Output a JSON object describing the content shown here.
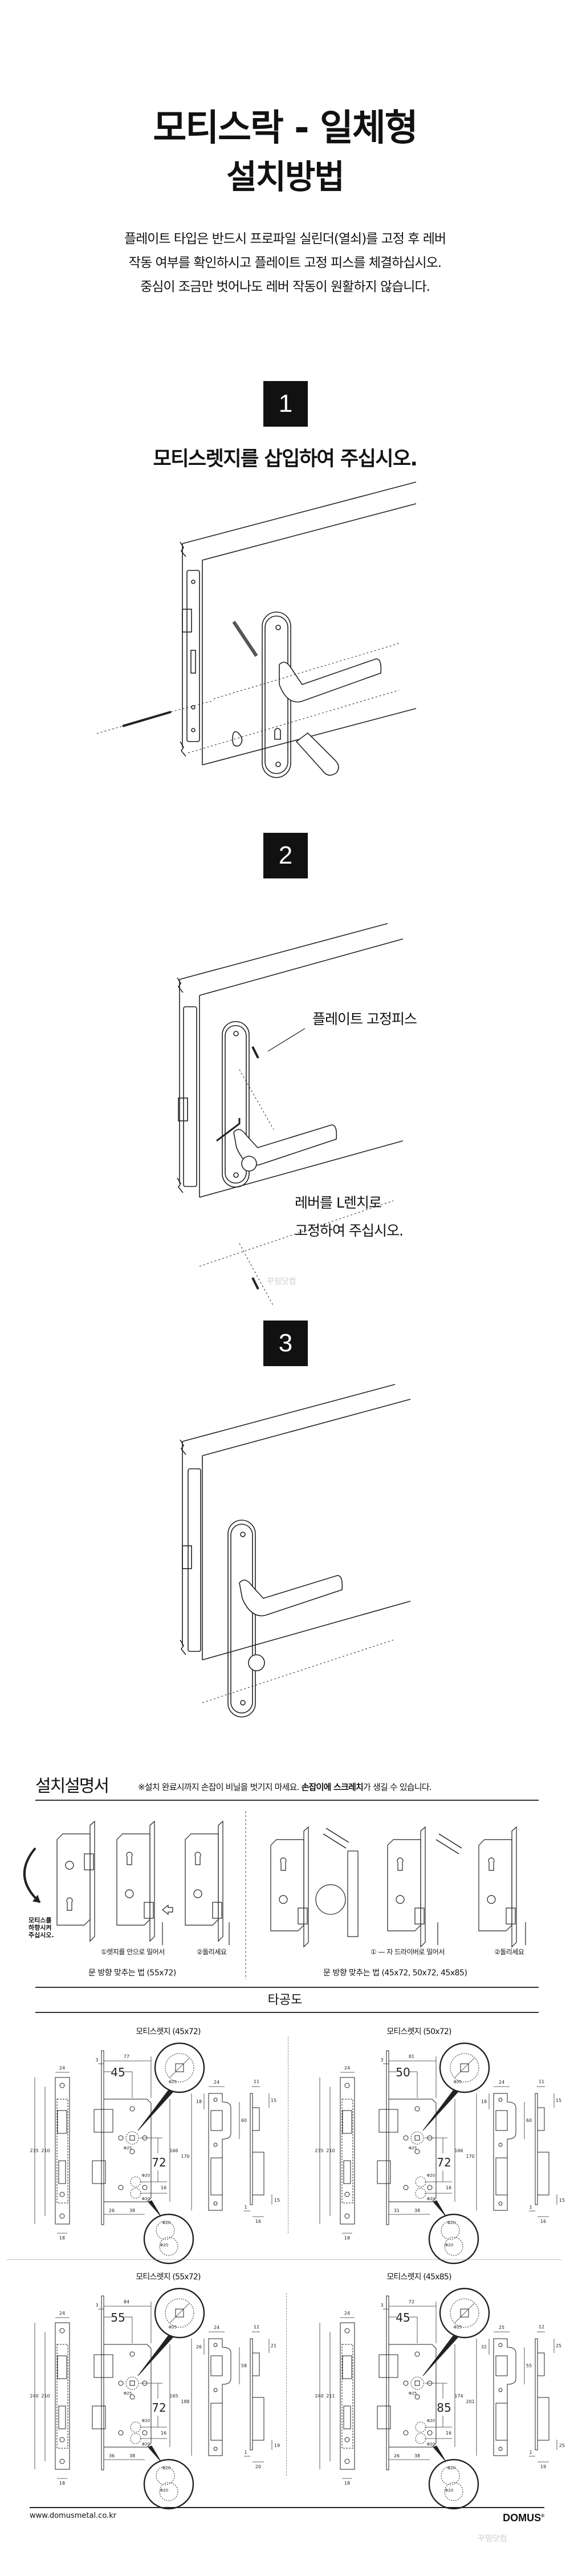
{
  "title": {
    "line1": "모티스락 - 일체형",
    "line2": "설치방법"
  },
  "intro": [
    "플레이트 타입은 반드시 프로파일 실린더(열쇠)를 고정 후 레버",
    "작동 여부를 확인하시고 플레이트 고정 피스를 체결하십시오.",
    "중심이 조금만 벗어나도 레버 작동이 원활하지 않습니다."
  ],
  "steps": [
    {
      "number": "1",
      "heading": "모티스렛지를 삽입하여 주십시오."
    },
    {
      "number": "2",
      "labels": {
        "plate_screw": "플레이트 고정피스",
        "lever_line1": "레버를 L렌치로",
        "lever_line2": "고정하여 주십시오."
      }
    },
    {
      "number": "3"
    }
  ],
  "watermark": "꾸밈닷컴",
  "manual": {
    "title": "설치설명서",
    "notice_prefix": "※설치 완료시까지 손잡이 비닐을 벗기지 마세요. ",
    "notice_bold": "손잡이에 스크레치",
    "notice_suffix": "가 생길 수 있습니다.",
    "left": {
      "side_note": [
        "모티스를",
        "하향시켜",
        "주십시오."
      ],
      "step1": "①렛지를 안으로 밀어서",
      "step2": "②돌리세요",
      "caption": "문 방향 맞추는 법 (55x72)"
    },
    "right": {
      "step1": "① — 자 드라이버로 밀어서",
      "step2": "②돌리세요",
      "caption": "문 방향 맞추는 법 (45x72, 50x72, 45x85)"
    }
  },
  "drilling": {
    "title": "타공도",
    "panels": [
      {
        "title": "모티스렛지 (45x72)",
        "front": {
          "w": "24",
          "outer": "235",
          "inner": "210",
          "bottom": "18"
        },
        "body": {
          "offset": "3",
          "total": "77",
          "backset": "45",
          "spindle": "Φ25",
          "ctc": "72",
          "h1": "166",
          "h2": "170",
          "d1": "26",
          "d2": "38",
          "cyl_top": "Φ20",
          "cyl_bottom": "Φ20",
          "cyl_gap": "16"
        },
        "strike": {
          "w": "24",
          "top": "18",
          "lip": "60"
        },
        "side": {
          "w": "11",
          "top": "15",
          "bottom": "15",
          "thick": "1",
          "depth": "16"
        }
      },
      {
        "title": "모티스렛지 (50x72)",
        "front": {
          "w": "24",
          "outer": "235",
          "inner": "210",
          "bottom": "18"
        },
        "body": {
          "offset": "3",
          "total": "81",
          "backset": "50",
          "spindle": "Φ25",
          "ctc": "72",
          "h1": "166",
          "h2": "170",
          "d1": "31",
          "d2": "38",
          "cyl_top": "Φ20",
          "cyl_bottom": "Φ20",
          "cyl_gap": "16"
        },
        "strike": {
          "w": "24",
          "top": "18",
          "lip": "60"
        },
        "side": {
          "w": "11",
          "top": "15",
          "bottom": "15",
          "thick": "1",
          "depth": "16"
        }
      },
      {
        "title": "모티스렛지 (55x72)",
        "front": {
          "w": "24",
          "outer": "240",
          "inner": "210",
          "bottom": "18"
        },
        "body": {
          "offset": "3",
          "total": "84",
          "backset": "55",
          "spindle": "Φ25",
          "ctc": "72",
          "h1": "165",
          "h2": "188",
          "d1": "36",
          "d2": "38",
          "cyl_top": "Φ20",
          "cyl_bottom": "Φ20",
          "cyl_gap": "16"
        },
        "strike": {
          "w": "24",
          "top": "26",
          "lip": "58"
        },
        "side": {
          "w": "12",
          "top": "21",
          "bottom": "19",
          "thick": "1",
          "depth": "20"
        }
      },
      {
        "title": "모티스렛지 (45x85)",
        "front": {
          "w": "24",
          "outer": "240",
          "inner": "211",
          "bottom": "18"
        },
        "body": {
          "offset": "3",
          "total": "72",
          "backset": "45",
          "spindle": "Φ25",
          "ctc": "85",
          "h1": "174",
          "h2": "201",
          "d1": "26",
          "d2": "38",
          "cyl_top": "Φ20",
          "cyl_bottom": "Φ20",
          "cyl_gap": "16"
        },
        "strike": {
          "w": "25",
          "top": "32",
          "lip": "55"
        },
        "side": {
          "w": "12",
          "top": "25",
          "bottom": "25",
          "thick": "1",
          "depth": "19"
        }
      }
    ]
  },
  "footer": {
    "url": "www.domusmetal.co.kr",
    "brand": "DOMUS",
    "brand_mark": "®"
  }
}
